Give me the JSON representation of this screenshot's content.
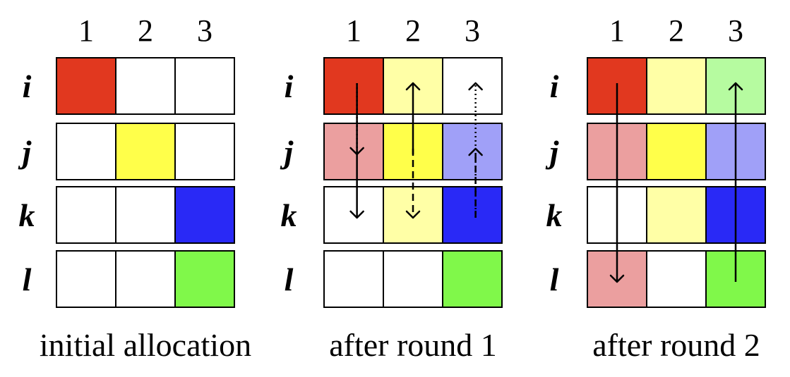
{
  "column_labels": [
    "1",
    "2",
    "3"
  ],
  "row_labels": [
    "i",
    "j",
    "k",
    "l"
  ],
  "panels": [
    {
      "caption": "initial allocation",
      "cells": [
        [
          "#e1381f",
          "#ffffff",
          "#ffffff"
        ],
        [
          "#ffffff",
          "#ffff4a",
          "#ffffff"
        ],
        [
          "#ffffff",
          "#ffffff",
          "#2929f6"
        ],
        [
          "#ffffff",
          "#ffffff",
          "#80f84a"
        ]
      ],
      "arrows": []
    },
    {
      "caption": "after round 1",
      "cells": [
        [
          "#e1381f",
          "#ffffa6",
          "#ffffff"
        ],
        [
          "#eb9f9f",
          "#ffff4a",
          "#a0a0f8"
        ],
        [
          "#ffffff",
          "#ffffa6",
          "#2929f6"
        ],
        [
          "#ffffff",
          "#ffffff",
          "#80f84a"
        ]
      ],
      "arrows": [
        {
          "col": 1,
          "from_row": 1,
          "to_row": 2,
          "style": "dotted",
          "offset": -0.45
        },
        {
          "col": 1,
          "from_row": 1,
          "to_row": 3,
          "style": "solid",
          "offset": -0.45
        },
        {
          "col": 2,
          "from_row": 2,
          "to_row": 1,
          "style": "solid",
          "offset": 0
        },
        {
          "col": 2,
          "from_row": 2,
          "to_row": 3,
          "style": "dashed",
          "offset": 0
        },
        {
          "col": 3,
          "from_row": 3,
          "to_row": 2,
          "style": "dashed",
          "offset": -0.45
        },
        {
          "col": 3,
          "from_row": 3,
          "to_row": 1,
          "style": "dotted",
          "offset": -0.45
        }
      ]
    },
    {
      "caption": "after round 2",
      "cells": [
        [
          "#e1381f",
          "#ffffa6",
          "#b6fba0"
        ],
        [
          "#eb9f9f",
          "#ffff4a",
          "#a0a0f8"
        ],
        [
          "#ffffff",
          "#ffffa6",
          "#2929f6"
        ],
        [
          "#eb9f9f",
          "#ffffff",
          "#80f84a"
        ]
      ],
      "arrows": [
        {
          "col": 1,
          "from_row": 1,
          "to_row": 4,
          "style": "solid",
          "offset": 0
        },
        {
          "col": 3,
          "from_row": 4,
          "to_row": 1,
          "style": "solid",
          "offset": 0
        }
      ]
    }
  ]
}
